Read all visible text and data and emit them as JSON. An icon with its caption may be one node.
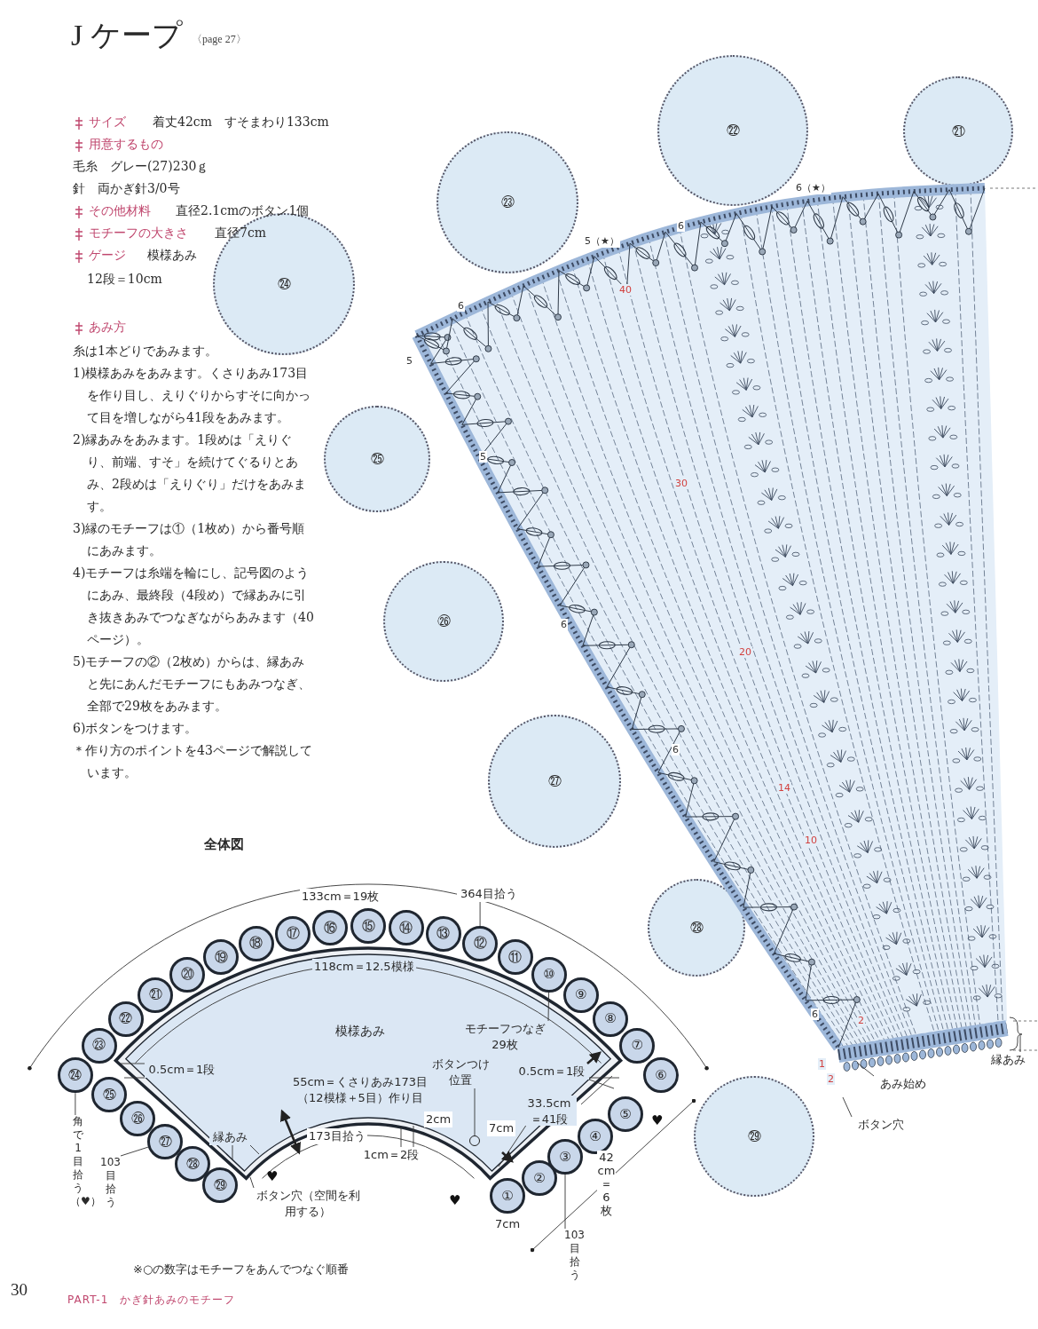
{
  "diagram": {
    "title": "J ケープ",
    "nodes": [
      {
        "text": [
          "模様あみ"
        ]
      },
      {
        "text": [
          "①"
        ]
      },
      {
        "text": [
          "②"
        ]
      },
      {
        "text": [
          "③"
        ]
      },
      {
        "text": [
          "④"
        ]
      },
      {
        "text": [
          "⑤"
        ]
      },
      {
        "text": [
          "⑥"
        ]
      },
      {
        "text": [
          "⑦"
        ]
      },
      {
        "text": [
          "⑧"
        ]
      },
      {
        "text": [
          "⑨"
        ]
      },
      {
        "text": [
          "⑩"
        ]
      },
      {
        "text": [
          "⑪"
        ]
      },
      {
        "text": [
          "⑫"
        ]
      },
      {
        "text": [
          "⑬"
        ]
      },
      {
        "text": [
          "⑭"
        ]
      },
      {
        "text": [
          "⑮"
        ]
      },
      {
        "text": [
          "⑯"
        ]
      },
      {
        "text": [
          "⑰"
        ]
      },
      {
        "text": [
          "⑱"
        ]
      },
      {
        "text": [
          "⑲"
        ]
      },
      {
        "text": [
          "⑳"
        ]
      },
      {
        "text": [
          "㉑"
        ]
      },
      {
        "text": [
          "㉒"
        ]
      },
      {
        "text": [
          "㉓"
        ]
      },
      {
        "text": [
          "㉔"
        ]
      },
      {
        "text": [
          "㉕"
        ]
      },
      {
        "text": [
          "㉖"
        ]
      },
      {
        "text": [
          "㉗"
        ]
      },
      {
        "text": [
          "㉘"
        ]
      },
      {
        "text": [
          "㉙"
        ]
      },
      {
        "text": [],
        "shape": "circle",
        "in": 0
      },
      {
        "text": [
          "モチーフつなぎ29枚"
        ],
        "in": 0
      },
      {
        "text": [
          "ボタンつけ位置"
        ],
        "in": 0
      },
      {
        "text": [
          "364目拾う"
        ]
      },
      {
        "text": [
          "0.5cm＝1段"
        ],
        "in": 0
      },
      {
        "text": [
          "0.5cm＝1段"
        ],
        "in": 0
      },
      {
        "text": [
          "1cm＝2段"
        ]
      },
      {
        "text": [
          "縁あみ"
        ],
        "in": 0
      },
      {
        "text": [
          "ボタン穴（空間を利用する）"
        ]
      },
      {
        "text": [
          "角で1目拾う（♥）"
        ]
      },
      {
        "text": [
          "103目拾う"
        ]
      },
      {
        "text": [
          "103目拾う"
        ]
      },
      {
        "text": [
          "㉑"
        ]
      },
      {
        "text": [
          "㉒"
        ]
      },
      {
        "text": [
          "㉓"
        ]
      },
      {
        "text": [
          "㉔"
        ]
      },
      {
        "text": [
          "㉕"
        ]
      },
      {
        "text": [
          "㉖"
        ]
      },
      {
        "text": [
          "㉗"
        ]
      },
      {
        "text": [
          "㉘"
        ]
      },
      {
        "text": [
          "㉙"
        ]
      },
      {
        "text": [
          "縁あみ"
        ]
      },
      {
        "text": [
          "あみ始め"
        ]
      },
      {
        "text": [
          "ボタン穴"
        ]
      }
    ],
    "edges": [
      {
        "from": 31,
        "to": 10,
        "arrow": "none"
      },
      {
        "from": 32,
        "to": 30,
        "arrow": "none"
      },
      {
        "from": 33,
        "to": 12,
        "arrow": "none"
      },
      {
        "from": 34,
        "to": 0,
        "arrow": "none"
      },
      {
        "from": 34,
        "to": 0,
        "arrow": "none"
      },
      {
        "from": 35,
        "to": 0,
        "arrow": "none"
      },
      {
        "from": 35,
        "to": 0,
        "arrow": "none"
      },
      {
        "from": 36,
        "to": 0,
        "arrow": "none"
      },
      {
        "from": 36,
        "to": 0,
        "arrow": "none"
      },
      {
        "from": 37,
        "to": 0,
        "arrow": "none"
      },
      {
        "from": 37,
        "to": 0,
        "arrow": "none"
      },
      {
        "from": 38,
        "to": 0,
        "arrow": "none"
      },
      {
        "from": 39,
        "to": 24,
        "arrow": "none"
      },
      {
        "from": 40,
        "to": 27,
        "arrow": "none"
      },
      {
        "from": 41,
        "to": 3,
        "arrow": "none"
      },
      {
        "from": 51,
        "to": null,
        "arrow": "none"
      },
      {
        "from": 52,
        "to": null,
        "arrow": "none"
      },
      {
        "from": 53,
        "to": null,
        "arrow": "none"
      }
    ],
    "labels": [
      "〈page 27〉",
      "サイズ",
      "着丈42cm　すそまわり133cm",
      "用意するもの",
      "毛糸　グレー(27)230ｇ",
      "針　両かぎ針3/0号",
      "その他材料",
      "直径2.1cmのボタン1個",
      "モチーフの大きさ",
      "直径7cm",
      "ゲージ",
      "模様あみ",
      "12段＝10cm",
      "あみ方",
      "糸は1本どりであみます。",
      "1)模様あみをあみます。くさりあみ173目を作り目し、えりぐりからすそに向かって目を増しながら41段をあみます。",
      "2)縁あみをあみます。1段めは「えりぐり、前端、すそ」を続けてぐるりとあみ、2段めは「えりぐり」だけをあみます。",
      "3)縁のモチーフは①（1枚め）から番号順にあみます。",
      "4)モチーフは糸端を輪にし、記号図のようにあみ、最終段（4段め）で縁あみに引き抜きあみでつなぎながらあみます（40ページ）。",
      "5)モチーフの②（2枚め）からは、縁あみと先にあんだモチーフにもあみつなぎ、全部で29枚をあみます。",
      "6)ボタンをつけます。",
      "＊作り方のポイントを43ページで解説しています。",
      "全体図",
      "133cm＝19枚",
      "118cm＝12.5模様",
      "55cm＝くさりあみ173目（12模様＋5目）作り目",
      "173目拾う",
      "2cm",
      "7cm",
      "33.5cm＝41段",
      "♥",
      "♥",
      "♥",
      "7cm",
      "42cm＝6枚",
      "※○の数字はモチーフをあんでつなぐ順番",
      "6（★）",
      "6",
      "5（★）",
      "40",
      "6",
      "5",
      "5",
      "30",
      "6",
      "20",
      "6",
      "14",
      "10",
      "2",
      "6",
      "1",
      "2",
      "30",
      "PART-1　かぎ針あみのモチーフ"
    ]
  }
}
